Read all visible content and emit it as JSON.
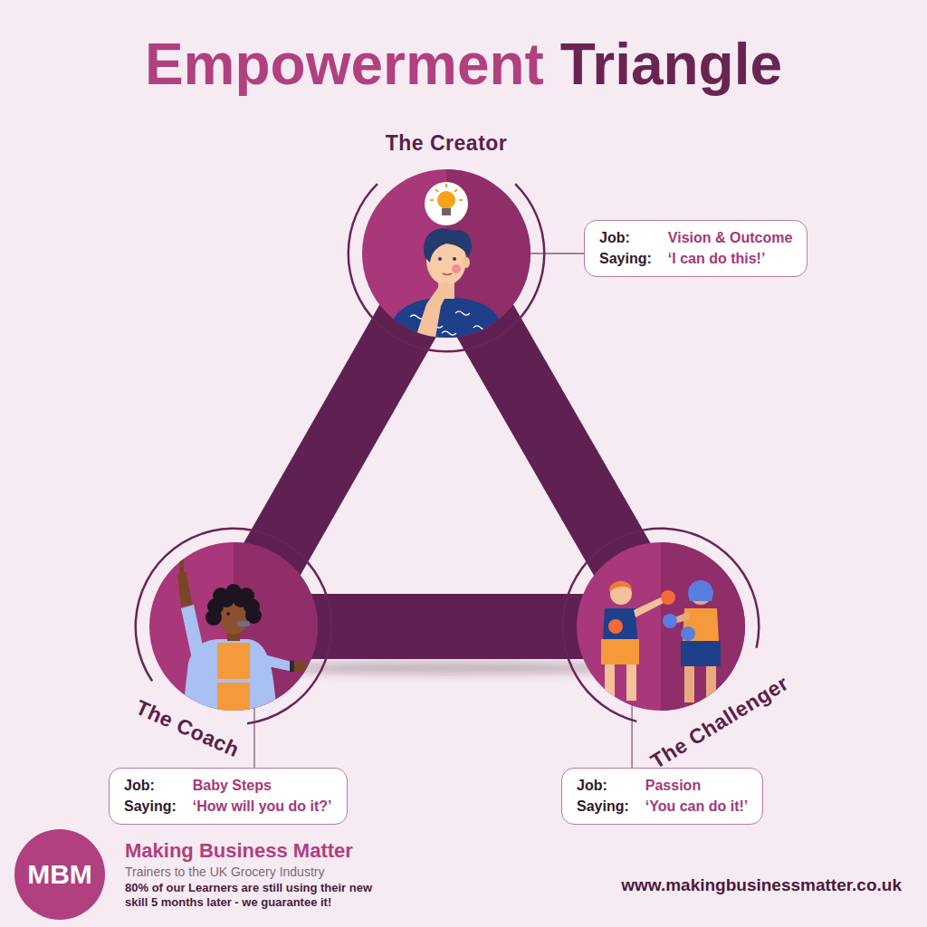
{
  "diagram": {
    "title": "Empowerment Triangle",
    "nodes": [
      {
        "text": [
          "The Creator"
        ]
      },
      {
        "text": [
          "Job:",
          "Vision & Outcome",
          "Saying:",
          "‘I can do this!’"
        ]
      },
      {
        "text": [
          "The Coach"
        ]
      },
      {
        "text": [
          "Job:",
          "Baby Steps",
          "Saying:",
          "‘How will you do it?’"
        ]
      },
      {
        "text": [
          "The Challenger"
        ]
      },
      {
        "text": [
          "Job:",
          "Passion",
          "Saying:",
          "‘You can do it!’"
        ]
      },
      {
        "text": [
          "MBM"
        ]
      }
    ],
    "edges": [
      {
        "from": 0,
        "to": 2,
        "arrow": "none"
      },
      {
        "from": 0,
        "to": 4,
        "arrow": "none"
      },
      {
        "from": 2,
        "to": 4,
        "arrow": "none"
      },
      {
        "from": 0,
        "to": 1,
        "arrow": "none"
      },
      {
        "from": 2,
        "to": 3,
        "arrow": "none"
      },
      {
        "from": 4,
        "to": 5,
        "arrow": "none"
      }
    ],
    "labels": [
      "Making Business Matter",
      "Trainers to the UK Grocery Industry",
      "80% of our Learners are still using their new skill 5 months later - we guarantee it!",
      "www.makingbusinessmatter.co.uk"
    ]
  }
}
